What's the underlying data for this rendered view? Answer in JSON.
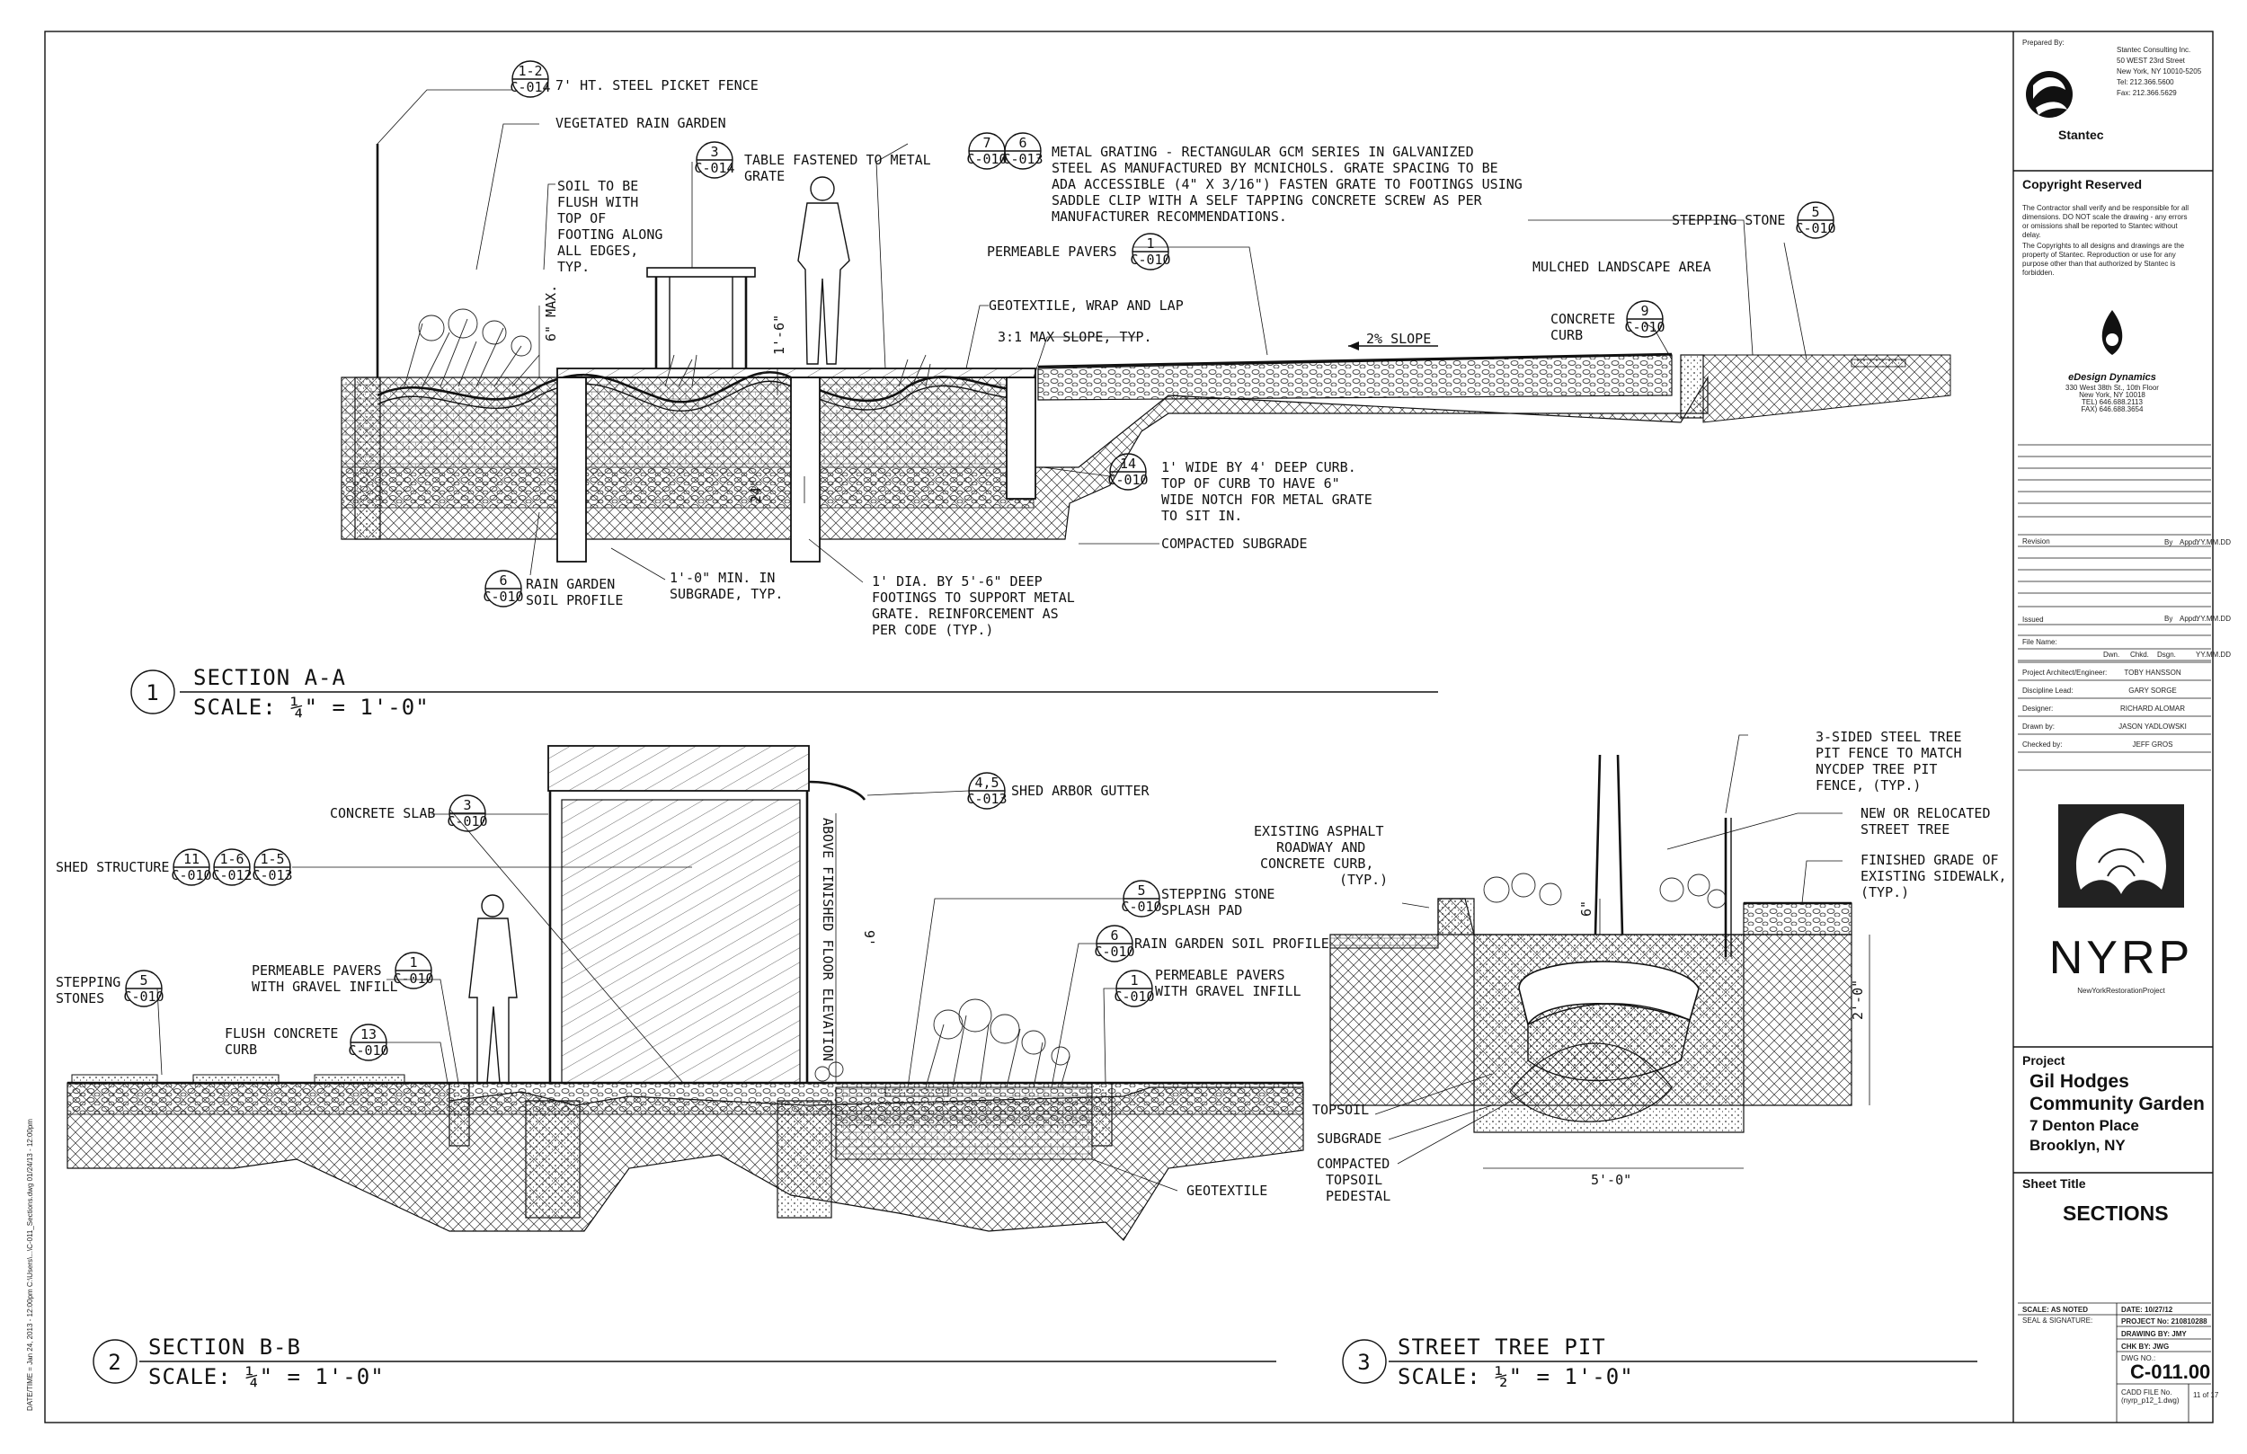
{
  "section_a": {
    "title": "SECTION A-A",
    "scale": "SCALE:  ¼\" = 1'-0\"",
    "number": "1",
    "notes": {
      "fence": "7' HT. STEEL PICKET FENCE",
      "rain_garden": "VEGETATED RAIN GARDEN",
      "soil_1": "SOIL TO BE",
      "soil_2": "FLUSH WITH",
      "soil_3": "TOP OF",
      "soil_4": "FOOTING ALONG",
      "soil_5": "ALL EDGES,",
      "soil_6": "TYP.",
      "table_1": "TABLE FASTENED TO METAL",
      "table_2": "GRATE",
      "grating_1": "METAL GRATING - RECTANGULAR GCM SERIES IN GALVANIZED",
      "grating_2": "STEEL AS MANUFACTURED BY MCNICHOLS.  GRATE SPACING TO BE",
      "grating_3": "ADA ACCESSIBLE (4\" X 3/16\") FASTEN  GRATE TO FOOTINGS USING",
      "grating_4": "SADDLE CLIP WITH A SELF TAPPING CONCRETE SCREW AS PER",
      "grating_5": "MANUFACTURER RECOMMENDATIONS.",
      "pavers": "PERMEABLE PAVERS",
      "geotextile": "GEOTEXTILE, WRAP AND LAP",
      "slope_max": "3:1 MAX SLOPE, TYP.",
      "stepping_stone": "STEPPING STONE",
      "mulched": "MULCHED LANDSCAPE AREA",
      "curb_1": "CONCRETE",
      "curb_2": "CURB",
      "slope_pct": "2% SLOPE",
      "deep_curb_1": "1' WIDE BY 4' DEEP CURB.",
      "deep_curb_2": "TOP OF CURB TO HAVE 6\"",
      "deep_curb_3": "WIDE NOTCH FOR METAL GRATE",
      "deep_curb_4": "TO SIT IN.",
      "subgrade": "COMPACTED SUBGRADE",
      "profile_1": "RAIN GARDEN",
      "profile_2": "SOIL PROFILE",
      "min_1": "1'-0\" MIN. IN",
      "min_2": "SUBGRADE, TYP.",
      "footing_1": "1' DIA. BY 5'-6\" DEEP",
      "footing_2": "FOOTINGS TO SUPPORT METAL",
      "footing_3": "GRATE.  REINFORCEMENT AS",
      "footing_4": "PER CODE (TYP.)",
      "dim_6max": "6\" MAX.",
      "dim_16": "1'-6\"",
      "dim_24": "24\""
    }
  },
  "section_b": {
    "title": "SECTION B-B",
    "scale": "SCALE:  ¼\" = 1'-0\"",
    "number": "2",
    "notes": {
      "slab": "CONCRETE SLAB",
      "shed": "SHED STRUCTURE",
      "gutter": "SHED ARBOR GUTTER",
      "elev": "ABOVE FINISHED FLOOR ELEVATION",
      "dim_9": "9'",
      "splash_1": "STEPPING STONE",
      "splash_2": "SPLASH PAD",
      "rg_profile": "RAIN GARDEN SOIL PROFILE",
      "pavers_r1": "PERMEABLE PAVERS",
      "pavers_r2": "WITH GRAVEL INFILL",
      "stepping_1": "STEPPING",
      "stepping_2": "STONES",
      "pavers_l1": "PERMEABLE PAVERS",
      "pavers_l2": "WITH GRAVEL INFILL",
      "flush_1": "FLUSH CONCRETE",
      "flush_2": "CURB",
      "geotextile": "GEOTEXTILE"
    }
  },
  "section_c": {
    "title": "STREET TREE PIT",
    "scale": "SCALE:  ½\" = 1'-0\"",
    "number": "3",
    "notes": {
      "fence_1": "3-SIDED STEEL TREE",
      "fence_2": "PIT FENCE TO MATCH",
      "fence_3": "NYCDEP TREE PIT",
      "fence_4": "FENCE, (TYP.)",
      "tree_1": "NEW OR RELOCATED",
      "tree_2": "STREET TREE",
      "grade_1": "FINISHED GRADE OF",
      "grade_2": "EXISTING SIDEWALK,",
      "grade_3": "(TYP.)",
      "asphalt_1": "EXISTING ASPHALT",
      "asphalt_2": "ROADWAY AND",
      "asphalt_3": "CONCRETE CURB,",
      "asphalt_4": "(TYP.)",
      "topsoil": "TOPSOIL",
      "subgrade": "SUBGRADE",
      "ped_1": "COMPACTED",
      "ped_2": "TOPSOIL",
      "ped_3": "PEDESTAL",
      "dim_6": "6\"",
      "dim_2": "2'-0\"",
      "dim_5": "5'-0\""
    }
  },
  "callouts": {
    "c1": {
      "top": "1-2",
      "bot": "C-014"
    },
    "c2": {
      "top": "3",
      "bot": "C-014"
    },
    "c3": {
      "top": "7",
      "bot": "C-010"
    },
    "c4": {
      "top": "6",
      "bot": "C-013"
    },
    "c5": {
      "top": "1",
      "bot": "C-010"
    },
    "c6": {
      "top": "5",
      "bot": "C-010"
    },
    "c7": {
      "top": "9",
      "bot": "C-010"
    },
    "c8": {
      "top": "14",
      "bot": "C-010"
    },
    "c9": {
      "top": "6",
      "bot": "C-010"
    },
    "c10": {
      "top": "3",
      "bot": "C-010"
    },
    "c11": {
      "top": "4,5",
      "bot": "C-013"
    },
    "c12": {
      "top": "11",
      "bot": "C-010"
    },
    "c13": {
      "top": "1-6",
      "bot": "C-012"
    },
    "c14": {
      "top": "1-5",
      "bot": "C-013"
    },
    "c15": {
      "top": "5",
      "bot": "C-010"
    },
    "c16": {
      "top": "6",
      "bot": "C-010"
    },
    "c17": {
      "top": "1",
      "bot": "C-010"
    },
    "c18": {
      "top": "5",
      "bot": "C-010"
    },
    "c19": {
      "top": "1",
      "bot": "C-010"
    },
    "c20": {
      "top": "13",
      "bot": "C-010"
    }
  },
  "title_block": {
    "prepared_by": "Prepared By:",
    "firm_1": "Stantec Consulting Inc.",
    "firm_2": "50 WEST 23rd Street",
    "firm_3": "New York, NY 10010-5205",
    "firm_4": "Tel: 212.366.5600",
    "firm_5": "Fax: 212.366.5629",
    "stantec": "Stantec",
    "copyright_title": "Copyright Reserved",
    "copyright_1": "The Contractor shall verify and be responsible for all",
    "copyright_2": "dimensions. DO NOT scale the drawing - any errors",
    "copyright_3": "or omissions shall be reported to Stantec without",
    "copyright_4": "delay.",
    "copyright_5": "The Copyrights to all designs and drawings are the",
    "copyright_6": "property of Stantec. Reproduction or use for any",
    "copyright_7": "purpose other than that authorized by Stantec is",
    "copyright_8": "forbidden.",
    "edesign": "eDesign Dynamics",
    "edesign_1": "330 West 38th St., 10th Floor",
    "edesign_2": "New York, NY 10018",
    "edesign_3": "TEL) 646.688.2113",
    "edesign_4": "FAX) 646.688.3654",
    "revision": "Revision",
    "by": "By",
    "appd": "Appd.",
    "yymmdd": "YY.MM.DD",
    "issued": "Issued",
    "file_name": "File Name:",
    "dwn": "Dwn.",
    "chkd": "Chkd.",
    "dsgn": "Dsgn.",
    "people": [
      {
        "role": "Project Architect/Engineer:",
        "name": "TOBY HANSSON"
      },
      {
        "role": "Discipline Lead:",
        "name": "GARY SORGE"
      },
      {
        "role": "Designer:",
        "name": "RICHARD ALOMAR"
      },
      {
        "role": "Drawn by:",
        "name": "JASON YADLOWSKI"
      },
      {
        "role": "Checked by:",
        "name": "JEFF GROS"
      }
    ],
    "nyrp": "NYRP",
    "nyrp_sub": "NewYorkRestorationProject",
    "project_label": "Project",
    "project_1": "Gil Hodges",
    "project_2": "Community Garden",
    "project_3": "7 Denton Place",
    "project_4": "Brooklyn, NY",
    "sheet_title_label": "Sheet Title",
    "sheet_title": "SECTIONS",
    "scale": "SCALE: AS NOTED",
    "seal": "SEAL & SIGNATURE:",
    "date": "DATE: 10/27/12",
    "project_no": "PROJECT No: 210810288",
    "drawing_by": "DRAWING BY: JMY",
    "chk_by": "CHK BY: JWG",
    "dwg_no_label": "DWG NO.:",
    "dwg_no": "C-011.00",
    "cadd_1": "CADD FILE No.",
    "cadd_2": "(nyrp_p12_1.dwg)",
    "sheet_of": "11 of 17"
  },
  "margin_stamp": "DATE/TIME = Jan 24, 2013 - 12:00pm   C:\\Users\\...\\C-011_Sections.dwg   01/24/13 - 12:00pm"
}
